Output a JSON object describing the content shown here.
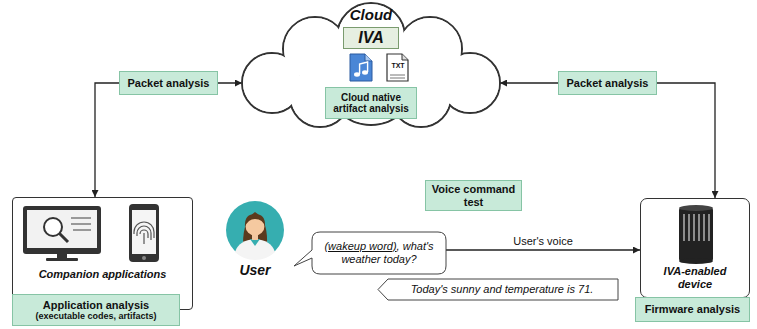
{
  "diagram": {
    "nodes": [
      {
        "text": [
          "Cloud"
        ]
      },
      {
        "text": [
          "IVA"
        ],
        "in": 0
      },
      {
        "text": [
          "Cloud native artifact analysis"
        ],
        "in": 0
      },
      {
        "text": [
          "Companion applications"
        ]
      },
      {
        "text": [
          "Application analysis",
          "(executable codes, artifacts)"
        ]
      },
      {
        "text": [
          "User"
        ]
      },
      {
        "text": [
          "Voice command test"
        ]
      },
      {
        "text": [
          "(wakeup word)",
          ", what's weather today?"
        ]
      },
      {
        "text": [
          "Today's sunny and temperature is 71."
        ]
      },
      {
        "text": [
          "IVA-enabled device"
        ]
      },
      {
        "text": [
          "Firmware analysis"
        ]
      }
    ],
    "edges": [
      {
        "from": 3,
        "to": 0,
        "arrow": "both",
        "label": "Packet analysis"
      },
      {
        "from": 0,
        "to": 9,
        "arrow": "both",
        "label": "Packet analysis"
      },
      {
        "from": 7,
        "to": 9,
        "arrow": "to",
        "label": "User's voice"
      }
    ],
    "labels": [
      "TXT"
    ]
  }
}
